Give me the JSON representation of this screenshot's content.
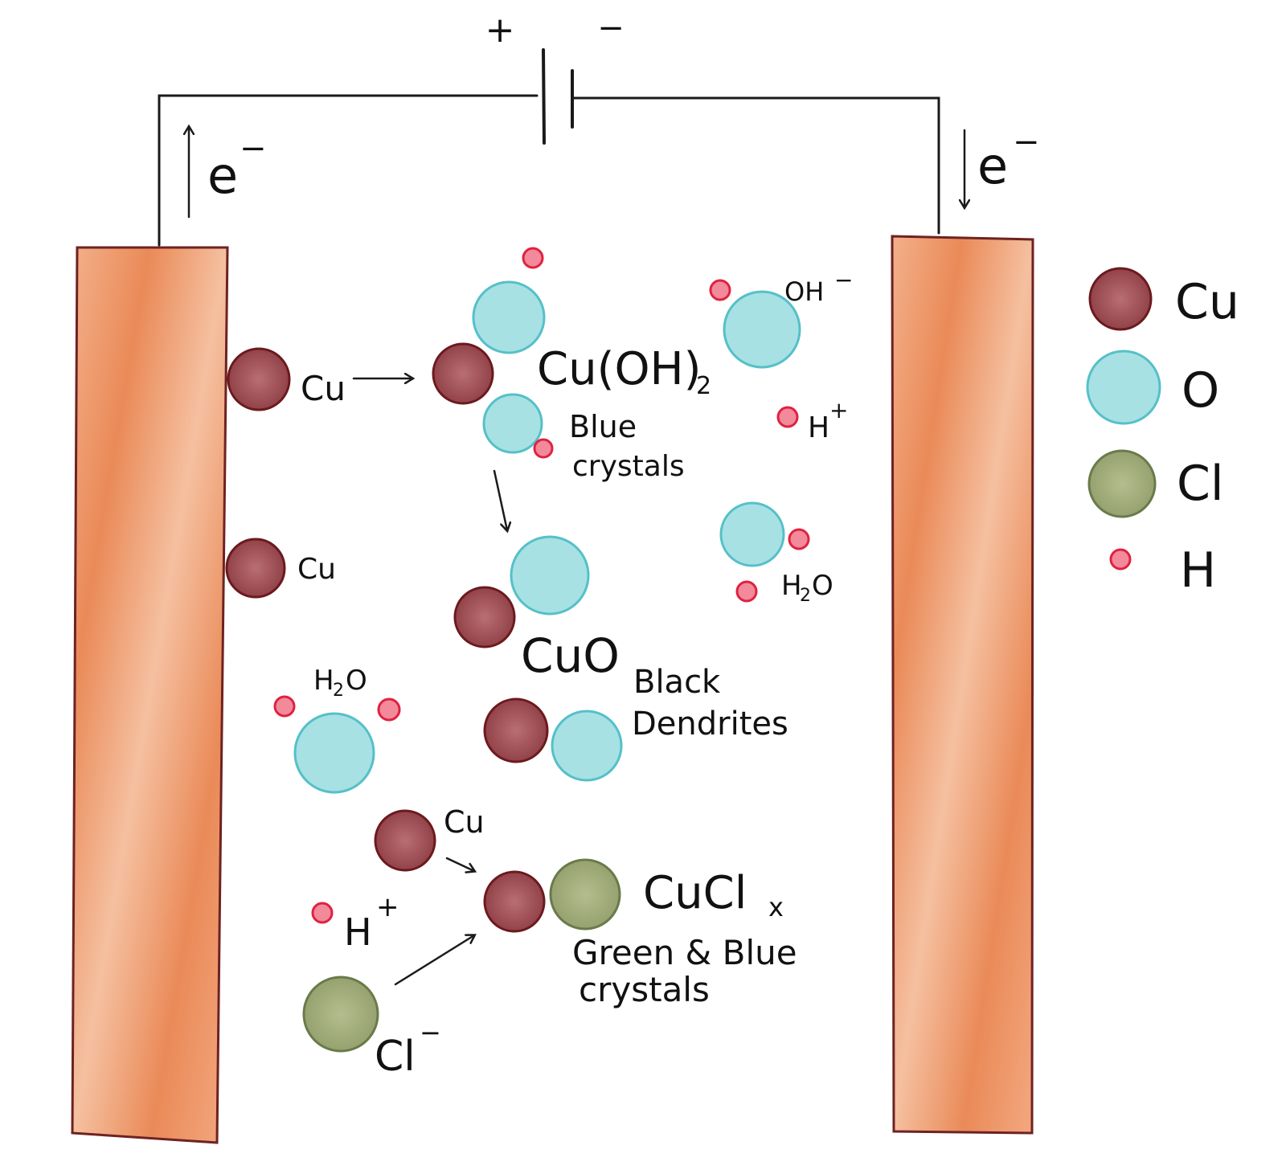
{
  "battery": {
    "plus_label": "+",
    "minus_label": "−"
  },
  "electrons": {
    "left_label": "e",
    "right_label": "e",
    "charge": "−"
  },
  "labels": {
    "cu_surface_1": "Cu",
    "cu_surface_2": "Cu",
    "cu_oh2_main": "Cu(OH)",
    "cu_oh2_sub": "2",
    "blue_crystals_1": "Blue",
    "blue_crystals_2": "crystals",
    "oh_minus": "OH",
    "oh_minus_charge": "−",
    "h_plus_1": "H",
    "h_plus_1_charge": "+",
    "h2o_right_h": "H",
    "h2o_right_sub": "2",
    "h2o_right_o": "O",
    "cuo": "CuO",
    "black_dendrites_1": "Black",
    "black_dendrites_2": "Dendrites",
    "h2o_left_h": "H",
    "h2o_left_sub": "2",
    "h2o_left_o": "O",
    "cu_bottom": "Cu",
    "h_plus_2": "H",
    "h_plus_2_charge": "+",
    "cucl_main": "CuCl",
    "cucl_sub": "x",
    "green_blue_1": "Green & Blue",
    "green_blue_2": "crystals",
    "cl_minus": "Cl",
    "cl_minus_charge": "−"
  },
  "legend": {
    "items": [
      {
        "symbol": "Cu",
        "color": "#9e4f55"
      },
      {
        "symbol": "O",
        "color": "#a7e1e4"
      },
      {
        "symbol": "Cl",
        "color": "#a3ad7c"
      },
      {
        "symbol": "H",
        "color": "#e5455e"
      }
    ]
  },
  "colors": {
    "electrode_fill": "#ee9a6c",
    "electrode_border": "#6e2222",
    "cu_fill": "#9e4f55",
    "cu_border": "#6b1a1e",
    "o_fill": "#a7e1e4",
    "o_border": "#55c0c8",
    "cl_fill": "#a3ad7c",
    "cl_border": "#6a7a4a",
    "h_fill": "#f28a9b",
    "h_border": "#e0223f"
  }
}
